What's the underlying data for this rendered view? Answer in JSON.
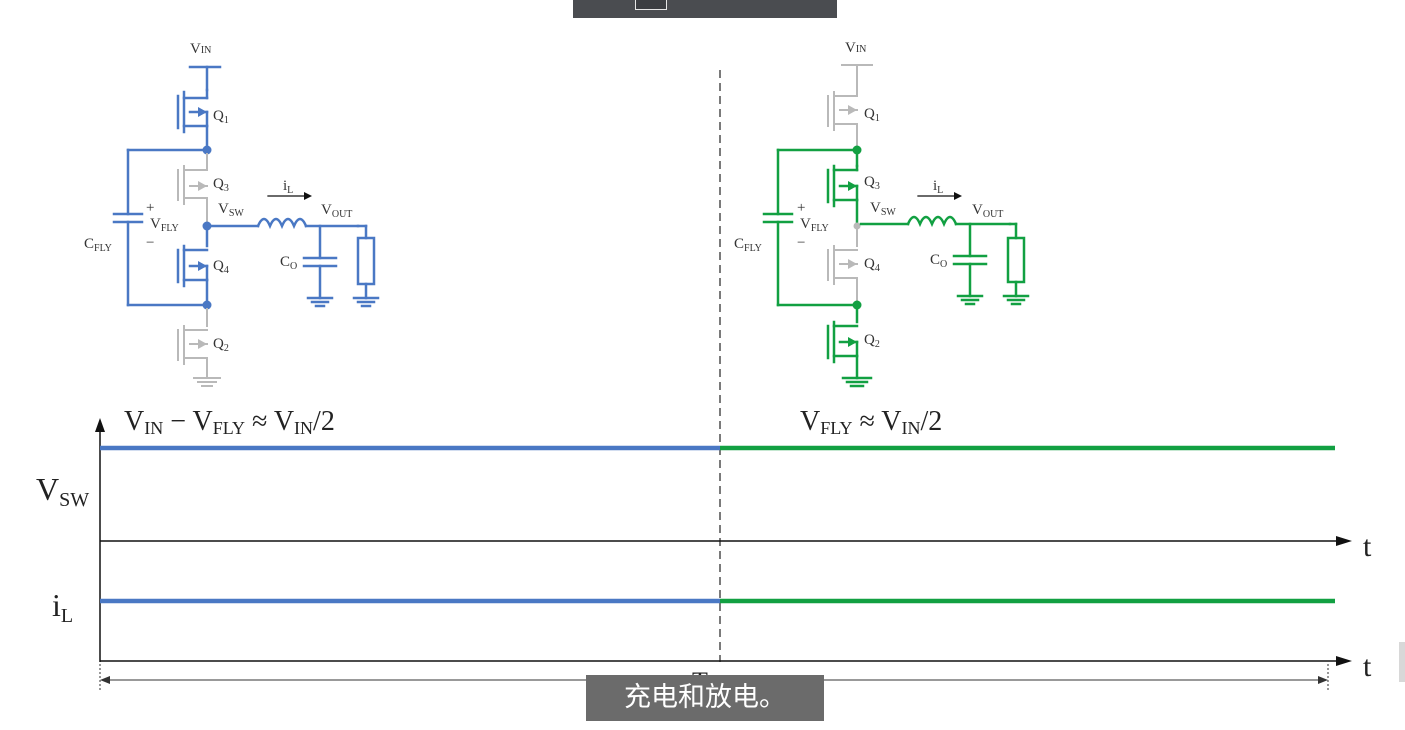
{
  "video": {
    "subtitle": "充电和放电。"
  },
  "colors": {
    "phase1": "#4a78c4",
    "phase2": "#12a042",
    "inactive": "#b9b9b9",
    "axis": "#111111"
  },
  "icons": {
    "player_button": "control-button-icon"
  },
  "left_circuit": {
    "vin": {
      "main": "V",
      "sub": "IN"
    },
    "q1": {
      "main": "Q",
      "sub": "1"
    },
    "q3": {
      "main": "Q",
      "sub": "3"
    },
    "q4": {
      "main": "Q",
      "sub": "4"
    },
    "q2": {
      "main": "Q",
      "sub": "2"
    },
    "il": {
      "main": "i",
      "sub": "L"
    },
    "vsw": {
      "main": "V",
      "sub": "SW"
    },
    "vout": {
      "main": "V",
      "sub": "OUT"
    },
    "vfly": {
      "main": "V",
      "sub": "FLY"
    },
    "cfly": {
      "main": "C",
      "sub": "FLY"
    },
    "co": {
      "main": "C",
      "sub": "O"
    },
    "plus": "+",
    "minus": "−"
  },
  "right_circuit": {
    "vin": {
      "main": "V",
      "sub": "IN"
    },
    "q1": {
      "main": "Q",
      "sub": "1"
    },
    "q3": {
      "main": "Q",
      "sub": "3"
    },
    "q4": {
      "main": "Q",
      "sub": "4"
    },
    "q2": {
      "main": "Q",
      "sub": "2"
    },
    "il": {
      "main": "i",
      "sub": "L"
    },
    "vsw": {
      "main": "V",
      "sub": "SW"
    },
    "vout": {
      "main": "V",
      "sub": "OUT"
    },
    "vfly": {
      "main": "V",
      "sub": "FLY"
    },
    "cfly": {
      "main": "C",
      "sub": "FLY"
    },
    "co": {
      "main": "C",
      "sub": "O"
    },
    "plus": "+",
    "minus": "−"
  },
  "waveform": {
    "left_eq": {
      "v1": "V",
      "s1": "IN",
      "op": " −  V",
      "s2": "FLY",
      "approx": " ≈ V",
      "s3": "IN",
      "tail": "/2"
    },
    "right_eq": {
      "v1": "V",
      "s1": "FLY",
      "approx": " ≈ V",
      "s2": "IN",
      "tail": "/2"
    },
    "vsw_label": {
      "main": "V",
      "sub": "SW"
    },
    "il_label": {
      "main": "i",
      "sub": "L"
    },
    "t_axis_1": "t",
    "t_axis_2": "t",
    "period": "T"
  }
}
